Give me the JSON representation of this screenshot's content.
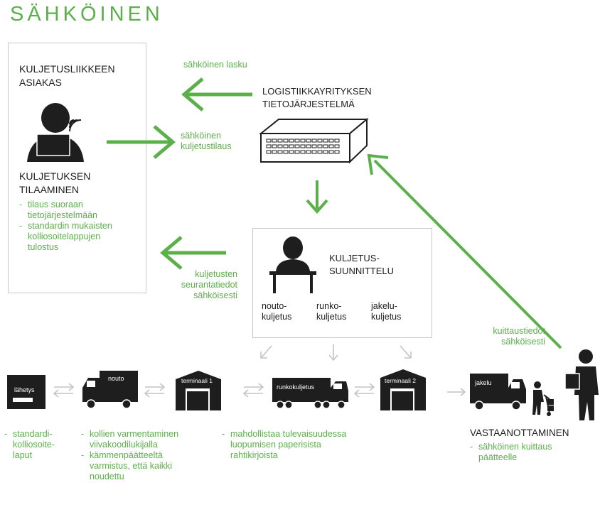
{
  "title": "SÄHKÖINEN",
  "customer_box": {
    "heading_line1": "KULJETUSLIIKKEEN",
    "heading_line2": "ASIAKAS",
    "ordering_line1": "KULJETUKSEN",
    "ordering_line2": "TILAAMINEN",
    "bullets": [
      {
        "l1": "tilaus suoraan",
        "l2": "tietojärjestelmään",
        "l3": ""
      },
      {
        "l1": "standardin mukaisten",
        "l2": "kolliosoitelappujen",
        "l3": "tulostus"
      }
    ]
  },
  "system": {
    "line1": "LOGISTIIKKAYRITYKSEN",
    "line2": "TIETOJÄRJESTELMÄ"
  },
  "labels": {
    "invoice": "sähköinen lasku",
    "order_line1": "sähköinen",
    "order_line2": "kuljetustilaus",
    "tracking_line1": "kuljetusten",
    "tracking_line2": "seurantatiedot",
    "tracking_line3": "sähköisesti",
    "ack_line1": "kuittaustiedot",
    "ack_line2": "sähköisesti"
  },
  "planning": {
    "title_line1": "KULJETUS-",
    "title_line2": "SUUNNITTELU",
    "cols": [
      {
        "l1": "nouto-",
        "l2": "kuljetus"
      },
      {
        "l1": "runko-",
        "l2": "kuljetus"
      },
      {
        "l1": "jakelu-",
        "l2": "kuljetus"
      }
    ]
  },
  "flow": {
    "lahetys": "lähetys",
    "nouto": "nouto",
    "terminaali1": "terminaali 1",
    "runko": "runkokuljetus",
    "terminaali2": "terminaali 2",
    "jakelu": "jakelu"
  },
  "bottom": {
    "col1": [
      "standardi-",
      "kolliosoite-",
      "laput"
    ],
    "col2_b1": [
      "kollien varmentaminen",
      "viivakoodilukijalla"
    ],
    "col2_b2": [
      "kämmenpäätteeltä",
      "varmistus, että kaikki",
      "noudettu"
    ],
    "col3": [
      "mahdollistaa tulevaisuudessa",
      "luopumisen paperisista",
      "rahtikirjoista"
    ],
    "receive_title": "VASTAANOTTAMINEN",
    "col4": [
      "sähköinen kuittaus",
      "päätteelle"
    ]
  },
  "colors": {
    "green": "#5bb04a",
    "dark": "#1e1e1e",
    "light_arrow": "#c4c4c4",
    "box_border": "#c9c9c9"
  }
}
